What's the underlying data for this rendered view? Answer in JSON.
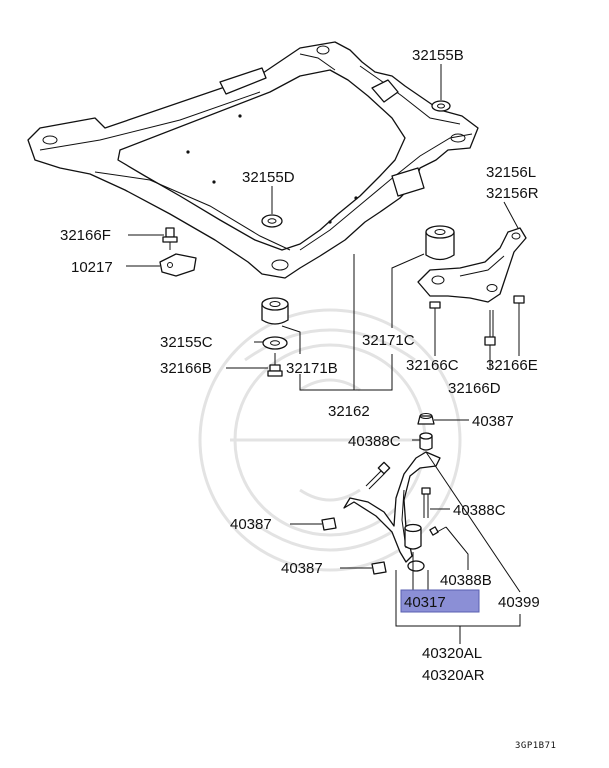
{
  "diagram": {
    "highlight_color": "#8b8fd6",
    "labels": {
      "p32155B": "32155B",
      "p32155D": "32155D",
      "p32156L": "32156L",
      "p32156R": "32156R",
      "p32166F": "32166F",
      "p10217": "10217",
      "p32155C": "32155C",
      "p32171C": "32171C",
      "p32166B": "32166B",
      "p32171B": "32171B",
      "p32166C": "32166C",
      "p32166E": "32166E",
      "p32166D": "32166D",
      "p32162": "32162",
      "p40387a": "40387",
      "p40388Ca": "40388C",
      "p40388Cb": "40388C",
      "p40387b": "40387",
      "p40387c": "40387",
      "p40388B": "40388B",
      "p40317": "40317",
      "p40399": "40399",
      "p40320AL": "40320AL",
      "p40320AR": "40320AR"
    },
    "figure_code": "3GP1B71"
  }
}
